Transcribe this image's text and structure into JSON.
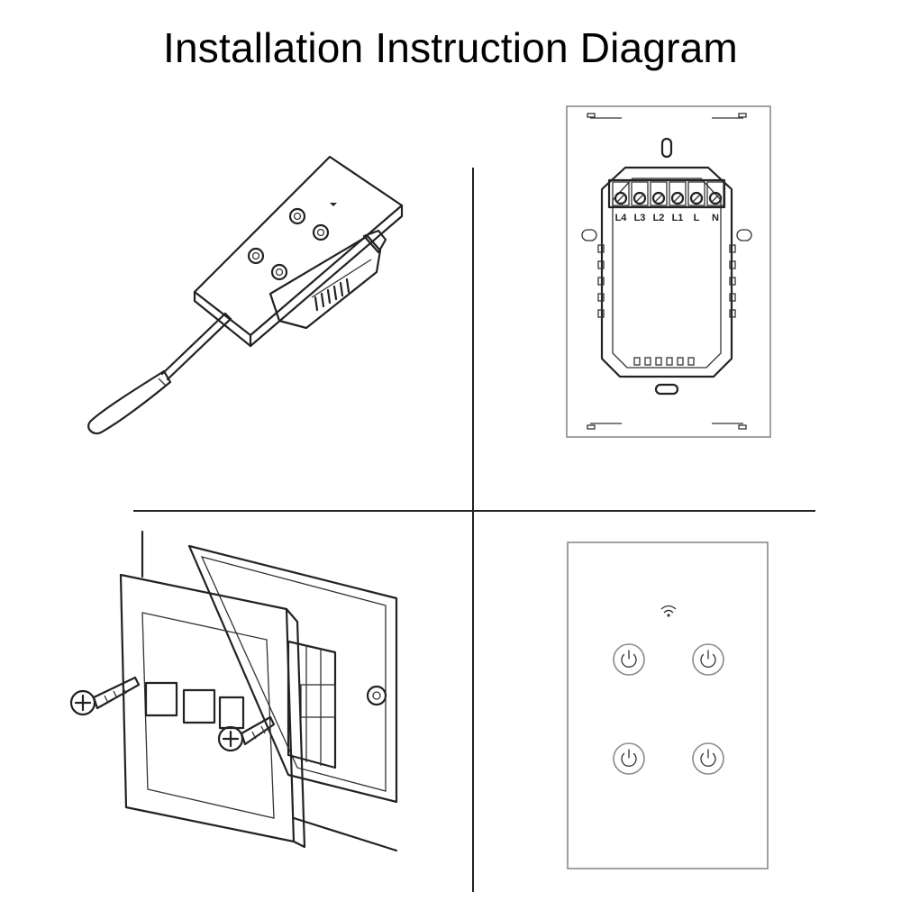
{
  "title": "Installation Instruction Diagram",
  "terminals": [
    "L4",
    "L3",
    "L2",
    "L1",
    "L",
    "N"
  ],
  "icons": {
    "wifi": "wifi-icon",
    "power": "power-icon",
    "screw": "screw-icon",
    "screwdriver": "screwdriver-icon"
  },
  "colors": {
    "line": "#222222",
    "panel_outline": "#8a8a8a",
    "background": "#ffffff"
  }
}
